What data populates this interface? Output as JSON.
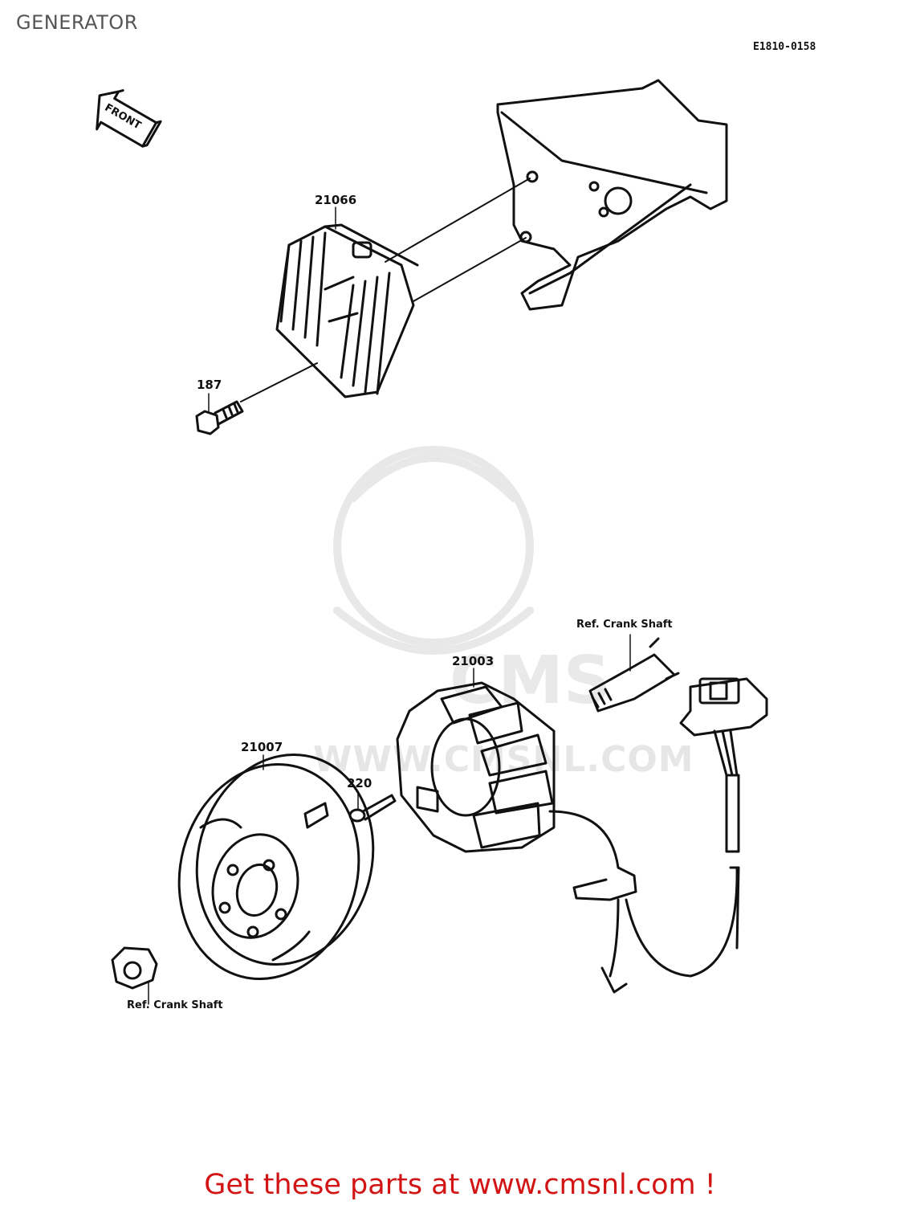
{
  "page": {
    "title": "GENERATOR",
    "diagram_code": "E1810-0158"
  },
  "parts": [
    {
      "number": "21066",
      "name_key": "regulator"
    },
    {
      "number": "187",
      "name_key": "bolt"
    },
    {
      "number": "21003",
      "name_key": "stator"
    },
    {
      "number": "21007",
      "name_key": "rotor"
    },
    {
      "number": "220",
      "name_key": "screw"
    }
  ],
  "references": {
    "crank_shaft_top": "Ref. Crank Shaft",
    "crank_shaft_bottom": "Ref. Crank Shaft"
  },
  "front_arrow": "FRONT",
  "watermark": {
    "brand": "CMS",
    "url": "WWW.CMSNL.COM"
  },
  "footer": {
    "text": "Get these parts at www.cmsnl.com !"
  },
  "colors": {
    "footer": "#d21414",
    "line": "#111111",
    "watermark": "#e6e6e6"
  }
}
